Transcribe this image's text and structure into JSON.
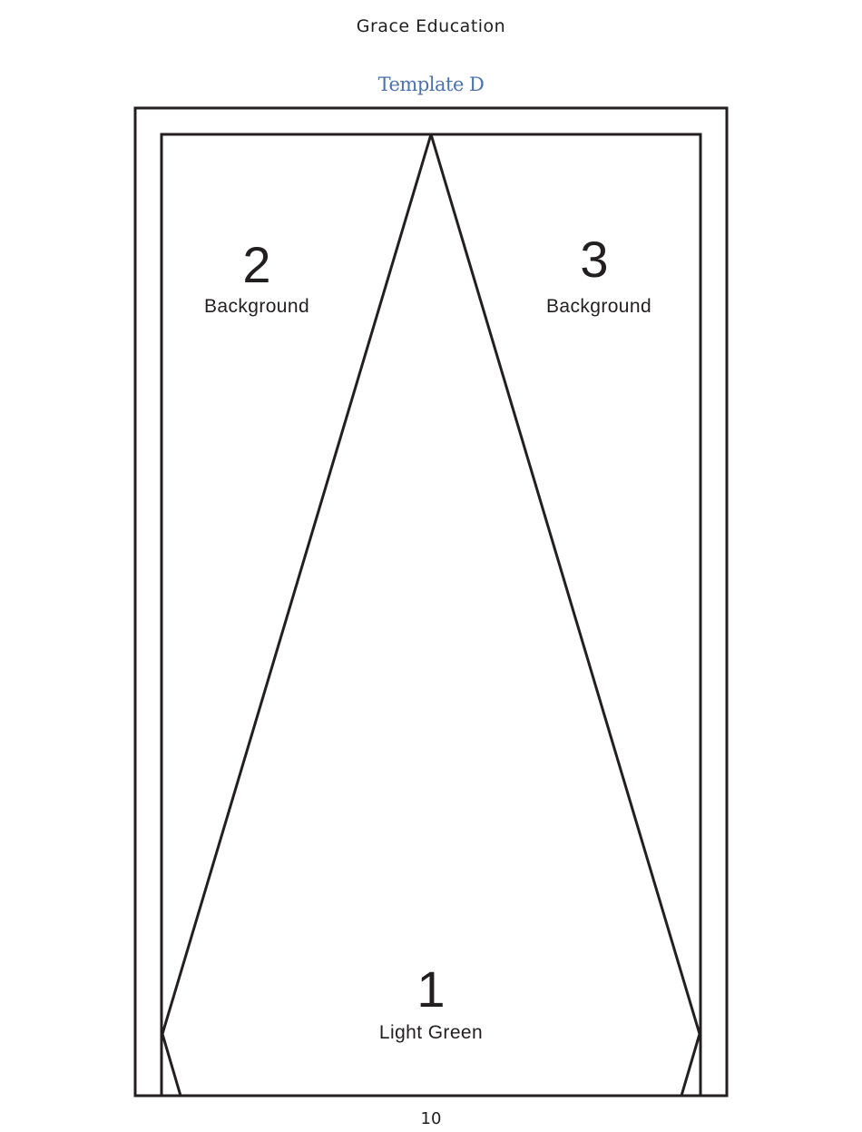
{
  "header": {
    "brand": "Grace Education"
  },
  "template": {
    "title": "Template D"
  },
  "pieces": [
    {
      "number": "1",
      "color": "Light Green"
    },
    {
      "number": "2",
      "color": "Background"
    },
    {
      "number": "3",
      "color": "Background"
    }
  ],
  "footer": {
    "page_number": "10"
  },
  "colors": {
    "title": "#4a72ae",
    "lines": "#231f20"
  }
}
